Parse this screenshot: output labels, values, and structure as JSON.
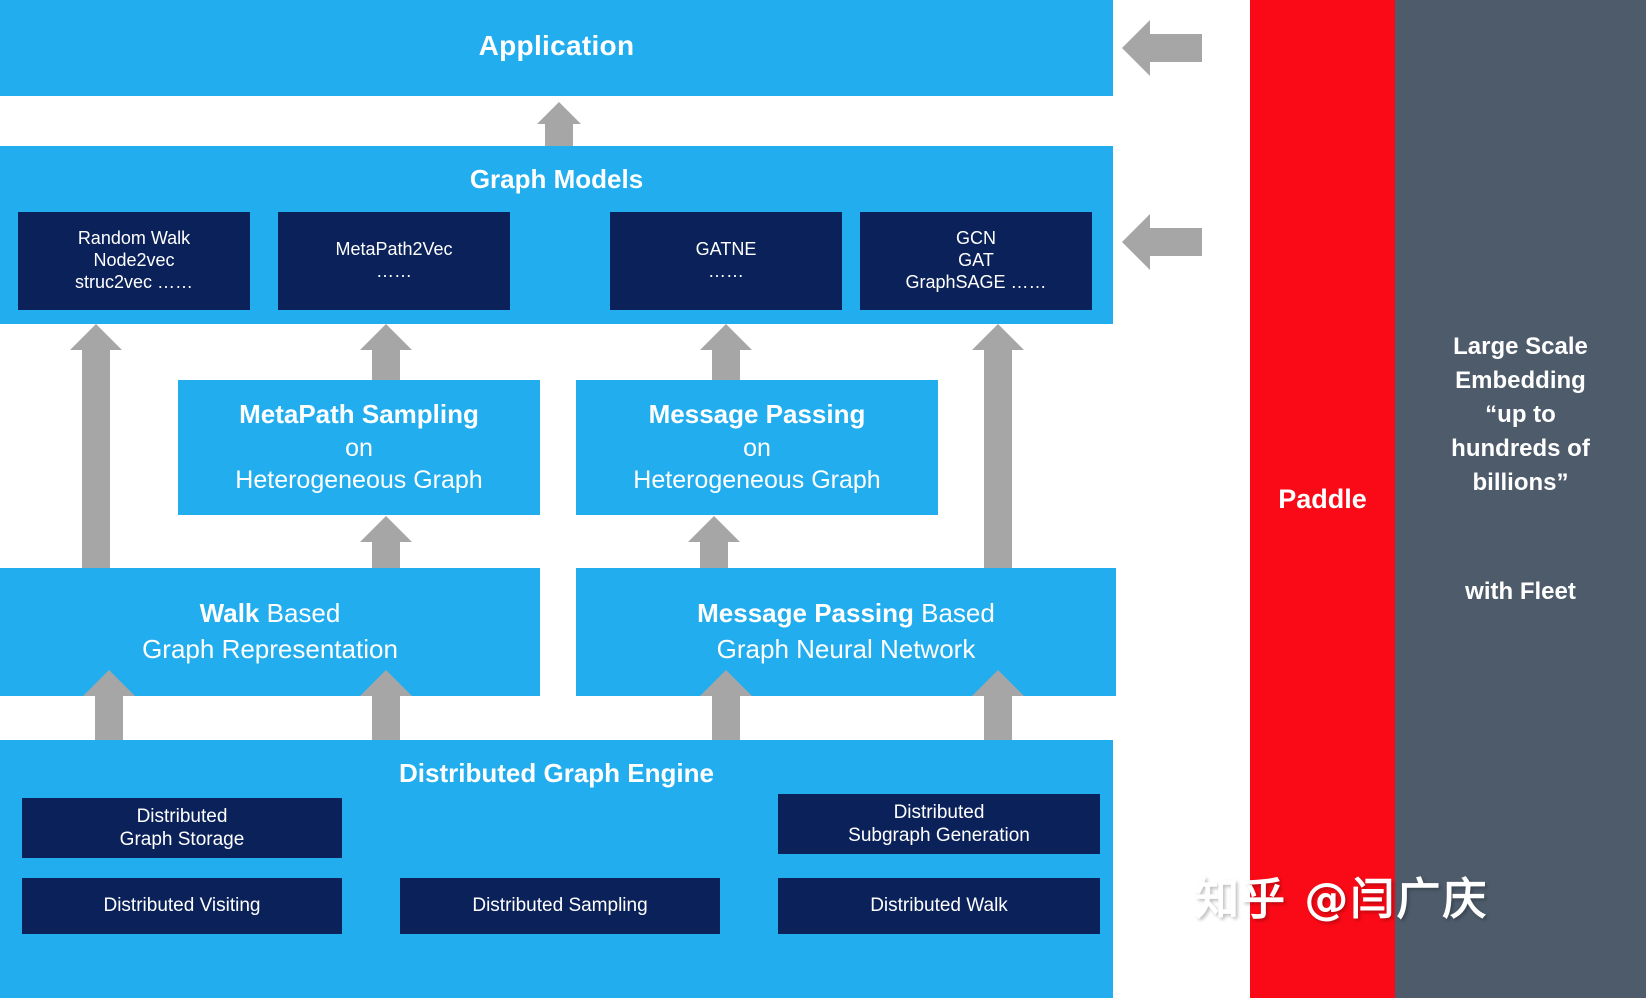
{
  "layers": {
    "application": {
      "title": "Application"
    },
    "graph_models": {
      "title": "Graph Models",
      "models": [
        {
          "name": "random-walk",
          "lines": "Random Walk\nNode2vec\nstruc2vec ……"
        },
        {
          "name": "metapath2vec",
          "lines": "MetaPath2Vec\n……"
        },
        {
          "name": "gatne",
          "lines": "GATNE\n……"
        },
        {
          "name": "gcn",
          "lines": "GCN\nGAT\nGraphSAGE ……"
        }
      ]
    },
    "middle": {
      "metapath_sampling": {
        "bold": "MetaPath Sampling",
        "line2": "on",
        "line3": "Heterogeneous Graph"
      },
      "message_passing": {
        "bold": "Message Passing",
        "line2": "on",
        "line3": "Heterogeneous Graph"
      }
    },
    "representation": {
      "walk_based": {
        "bold": "Walk",
        "rest": " Based",
        "line2": "Graph Representation"
      },
      "message_passing_based": {
        "bold": "Message Passing",
        "rest": " Based",
        "line2": "Graph Neural Network"
      }
    },
    "engine": {
      "title": "Distributed Graph Engine",
      "components": [
        {
          "name": "graph-storage",
          "lines": "Distributed\nGraph Storage"
        },
        {
          "name": "subgraph-generation",
          "lines": "Distributed\nSubgraph Generation"
        },
        {
          "name": "distributed-visiting",
          "lines": "Distributed Visiting"
        },
        {
          "name": "distributed-sampling",
          "lines": "Distributed Sampling"
        },
        {
          "name": "distributed-walk",
          "lines": "Distributed Walk"
        }
      ]
    }
  },
  "right_side": {
    "paddle": {
      "label": "Paddle"
    },
    "fleet": {
      "headline": "Large Scale\nEmbedding\n“up to\nhundreds of\nbillions”",
      "subline": "with Fleet"
    }
  },
  "watermark": {
    "text": "知乎 @闫广庆"
  },
  "colors": {
    "blue": "#21ADEE",
    "navy": "#0B2159",
    "arrow_gray": "#A6A6A6",
    "paddle_red": "#FA0A16",
    "fleet_gray": "#4D5B6B",
    "white": "#FFFFFF"
  }
}
